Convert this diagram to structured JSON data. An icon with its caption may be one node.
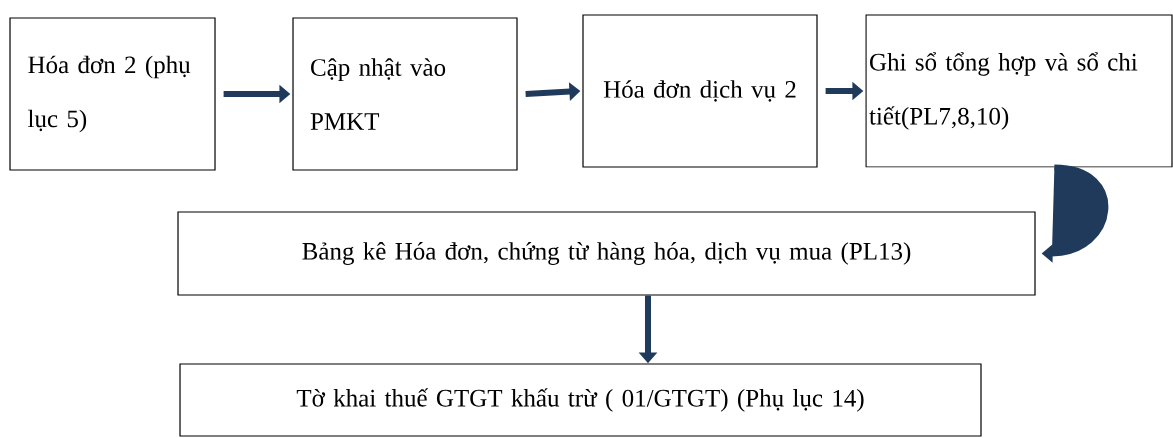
{
  "diagram": {
    "nodes": [
      {
        "text": [
          "Hóa đơn 2 (phụ lục 5)"
        ]
      },
      {
        "text": [
          "Cập nhật vào PMKT"
        ]
      },
      {
        "text": [
          "Hóa đơn dịch vụ 2"
        ]
      },
      {
        "text": [
          "Ghi sổ tổng hợp và sổ chi tiết(PL7,8,10)"
        ]
      },
      {
        "text": [
          "Bảng kê Hóa đơn, chứng từ hàng hóa, dịch vụ mua (PL13)"
        ]
      },
      {
        "text": [
          "Tờ khai thuế GTGT khấu trừ ( 01/GTGT) (Phụ lục 14)"
        ]
      }
    ],
    "edges": [
      {
        "from": 0,
        "to": 1,
        "arrow": "to"
      },
      {
        "from": 1,
        "to": 2,
        "arrow": "to"
      },
      {
        "from": 2,
        "to": 3,
        "arrow": "to"
      },
      {
        "from": 3,
        "to": 4,
        "arrow": "to"
      },
      {
        "from": 4,
        "to": 5,
        "arrow": "to"
      }
    ]
  }
}
